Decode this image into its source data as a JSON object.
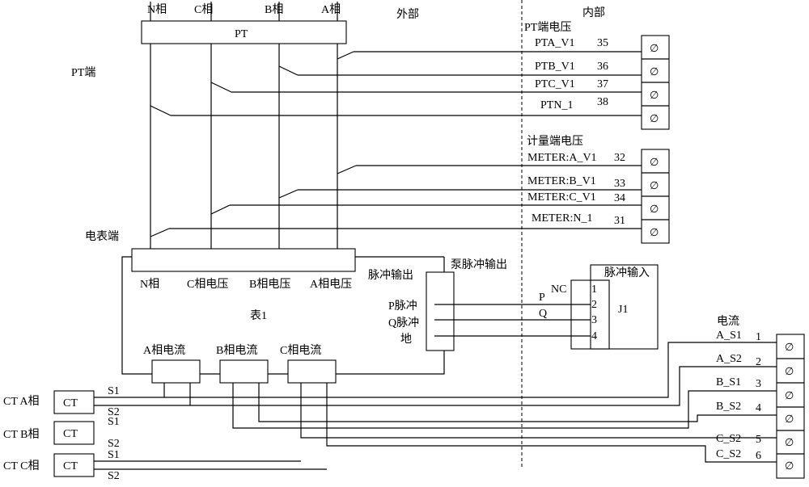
{
  "header": {
    "phase_n": "N相",
    "phase_c": "C相",
    "phase_b": "B相",
    "phase_a": "A相",
    "external": "外部",
    "internal": "内部",
    "pt": "PT"
  },
  "side_labels": {
    "pt_end": "PT端",
    "meter_end": "电表端"
  },
  "pt_voltage": {
    "title": "PT端电压",
    "rows": [
      {
        "label": "PTA_V1",
        "num": "35"
      },
      {
        "label": "PTB_V1",
        "num": "36"
      },
      {
        "label": "PTC_V1",
        "num": "37"
      },
      {
        "label": "PTN_1",
        "num": "38"
      }
    ]
  },
  "meter_voltage": {
    "title": "计量端电压",
    "rows": [
      {
        "label": "METER:A_V1",
        "num": "32"
      },
      {
        "label": "METER:B_V1",
        "num": "33"
      },
      {
        "label": "METER:C_V1",
        "num": "34"
      },
      {
        "label": "METER:N_1",
        "num": "31"
      }
    ]
  },
  "meter": {
    "labels": [
      "N相",
      "C相电压",
      "B相电压",
      "A相电压"
    ],
    "title": "表1",
    "currents": [
      "A相电流",
      "B相电流",
      "C相电流"
    ]
  },
  "pulse_out": {
    "title": "脉冲输出",
    "pump_title": "泵脉冲输出",
    "p": "P脉冲",
    "q": "Q脉冲",
    "gnd": "地"
  },
  "j1": {
    "title": "脉冲输入",
    "name": "J1",
    "pins": [
      "1",
      "2",
      "3",
      "4"
    ],
    "nc": "NC",
    "p": "P",
    "q": "Q"
  },
  "current": {
    "title": "电流",
    "rows": [
      {
        "label": "A_S1",
        "num": "1"
      },
      {
        "label": "A_S2",
        "num": "2"
      },
      {
        "label": "B_S1",
        "num": "3"
      },
      {
        "label": "B_S2",
        "num": "4"
      },
      {
        "label": "C_S2",
        "num": "5"
      },
      {
        "label": "C_S2",
        "num": "6"
      }
    ]
  },
  "ct": {
    "rows": [
      {
        "phase": "CT A相",
        "box": "CT",
        "s1": "S1",
        "s2": "S2"
      },
      {
        "phase": "CT B相",
        "box": "CT",
        "s1": "S1",
        "s2": "S2"
      },
      {
        "phase": "CT C相",
        "box": "CT",
        "s1": "S1",
        "s2": "S2"
      }
    ]
  },
  "terminal_symbol": "∅"
}
